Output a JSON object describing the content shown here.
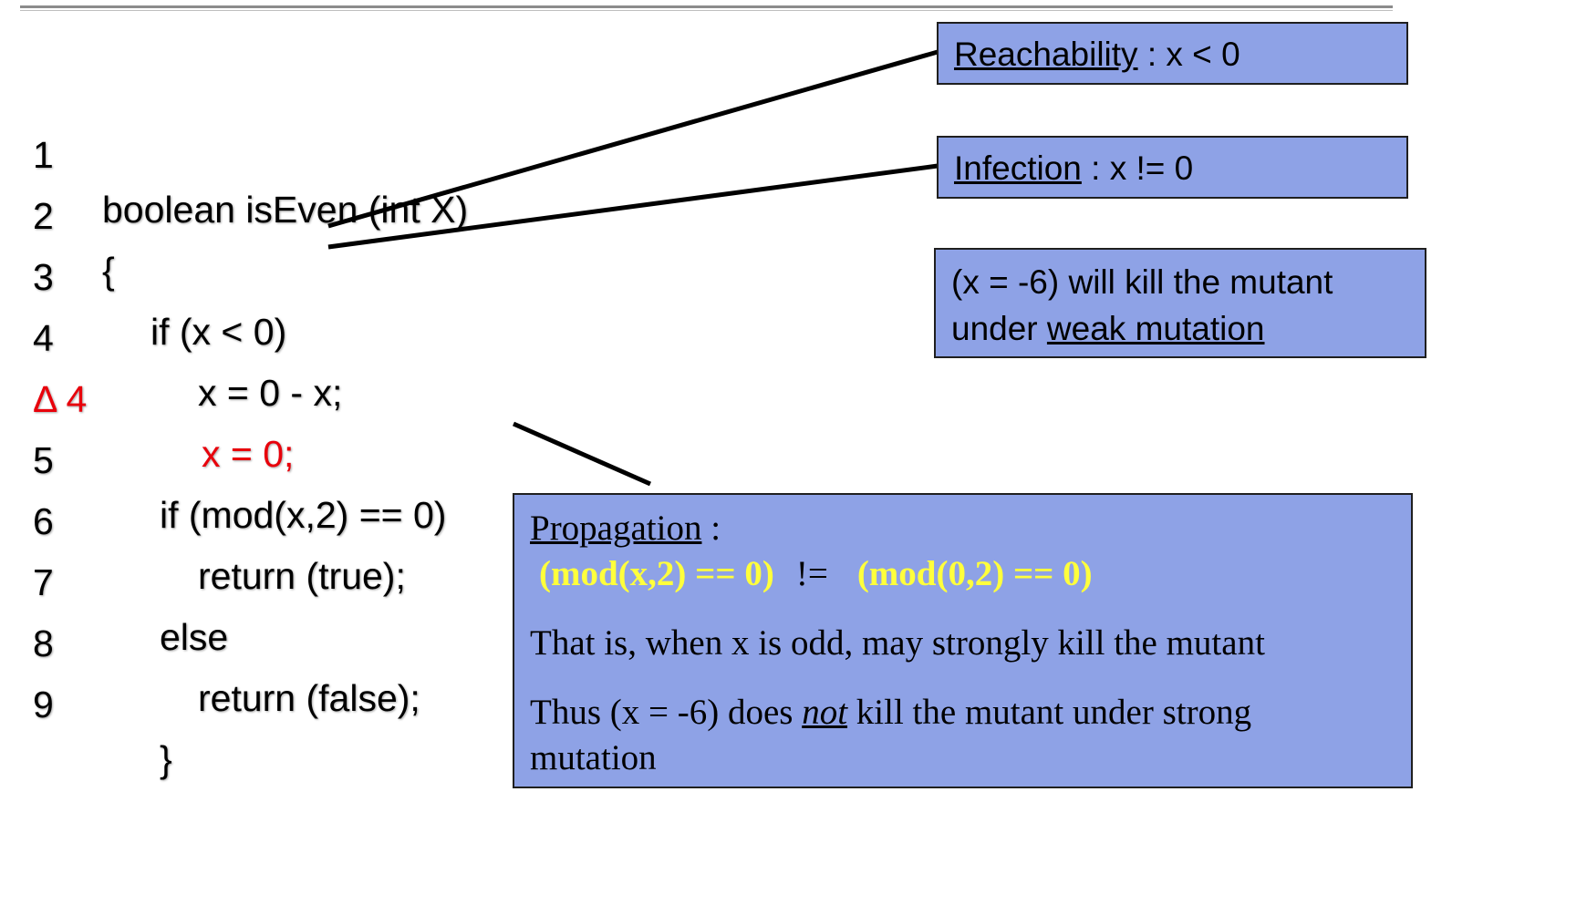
{
  "code": {
    "lines": [
      {
        "num": "1",
        "text": "boolean isEven (int X)",
        "mutant": false
      },
      {
        "num": "2",
        "text": "{",
        "mutant": false
      },
      {
        "num": "3",
        "text": "if (x < 0)",
        "mutant": false
      },
      {
        "num": "4",
        "text": "x = 0 - x;",
        "mutant": false
      },
      {
        "num": "Δ 4",
        "text": "x = 0;",
        "mutant": true
      },
      {
        "num": "5",
        "text": "if (mod(x,2) == 0)",
        "mutant": false
      },
      {
        "num": "6",
        "text": "return (true);",
        "mutant": false
      },
      {
        "num": "7",
        "text": "else",
        "mutant": false
      },
      {
        "num": "8",
        "text": "return (false);",
        "mutant": false
      },
      {
        "num": "9",
        "text": "}",
        "mutant": false
      }
    ]
  },
  "reachability": {
    "term": "Reachability",
    "condition": " : x < 0"
  },
  "infection": {
    "term": "Infection",
    "condition": " : x != 0"
  },
  "weak": {
    "line1": "(x = -6) will kill the mutant",
    "line2_prefix": "under ",
    "line2_term": "weak mutation"
  },
  "propagation": {
    "term": "Propagation",
    "colon": " :",
    "expr_left": "(mod(x,2) == 0)",
    "operator": "!=",
    "expr_right": "(mod(0,2) == 0)",
    "sentence1": "That is, when x is odd, may strongly kill the mutant",
    "sentence2_prefix": "Thus (x = -6) does ",
    "sentence2_emph": "not",
    "sentence2_suffix": " kill the mutant under strong",
    "sentence2_line2": "mutation"
  },
  "colors": {
    "box_fill": "#8ea2e6",
    "highlight": "#ffff3c",
    "mutant_red": "#e8000b"
  }
}
